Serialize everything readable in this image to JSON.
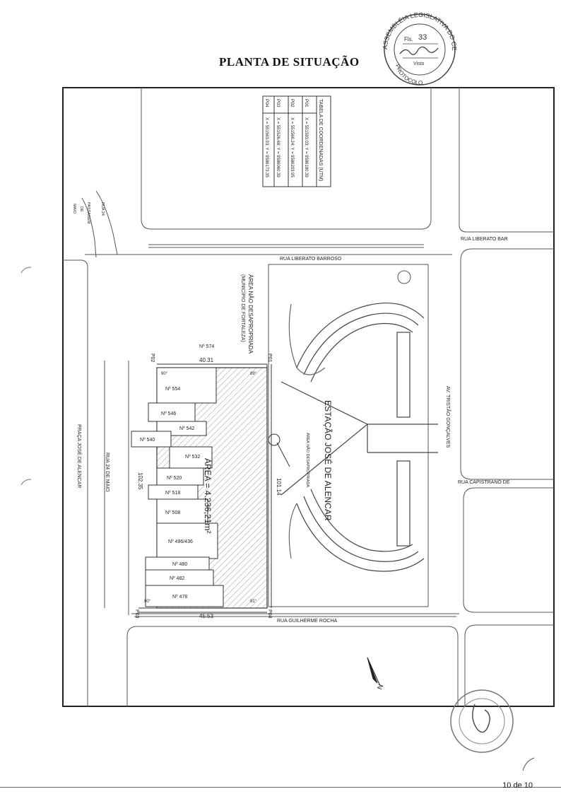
{
  "title": "PLANTA DE SITUAÇÃO",
  "stamp_top": {
    "ring_text": "ASSEMBLÉIA LEGISLATIVA DO CEARÁ",
    "bottom_text": "PROTOCOLO",
    "fls_label": "Fls.",
    "fls_value": "33",
    "visto_label": "Visto"
  },
  "coord_table": {
    "heading": "TABELA DE COORDENADAS (UTM)",
    "rows": [
      {
        "id": "P01",
        "coords": "X = 551593.03; Y = 9586180.39"
      },
      {
        "id": "P02",
        "coords": "X = 551566.24; Y = 9586203.95"
      },
      {
        "id": "P03",
        "coords": "X = 551526.68; Y = 9586060.39"
      },
      {
        "id": "P04",
        "coords": "X = 551563.93; Y = 9586173.35"
      }
    ]
  },
  "streets": {
    "liberato_top": "RUA LIBERATO BARROSO",
    "liberato_right": "RUA LIBERATO BAR",
    "capistrano": "RUA CAPISTRANO DE",
    "guilherme": "RUA GUILHERME ROCHA",
    "tristao": "AV. TRISTÃO GONÇALVES",
    "praca": "PRAÇA JOSÉ DE ALENCAR",
    "rua24": "RUA 24 DE MAIO",
    "left_note1": "RUA 24",
    "left_note2": "PASSAGEM",
    "left_note3": "DE",
    "left_note4": "MAIO"
  },
  "station_label": "ESTAÇÃO JOSÉ DE ALENCAR",
  "non_expropriated": {
    "line1": "ÁREA NÃO DESAPROPRIADA",
    "line2": "(MUNICÍPIO DE FORTALEZA)"
  },
  "area_label": "ÁREA = 4.236,21m²",
  "points": {
    "p01": "P01",
    "p02": "P02",
    "p03": "P03",
    "p04": "P04"
  },
  "dimensions": {
    "top": "40.31",
    "bottom": "45.53",
    "left": "102.35",
    "right": "101.14",
    "ang1": "90°",
    "ang2": "89°",
    "ang3": "90°",
    "ang4": "91°"
  },
  "lots": [
    "Nº 574",
    "Nº 554",
    "Nº 546",
    "Nº 542",
    "Nº 540",
    "Nº 532",
    "Nº 520",
    "Nº 518",
    "Nº 508",
    "Nº 496/436",
    "Nº 480",
    "Nº 482",
    "Nº 478"
  ],
  "side_label": "ÁREA NÃO DESAPROPRIADA",
  "north_label": "N",
  "page_number": "10 de 10"
}
